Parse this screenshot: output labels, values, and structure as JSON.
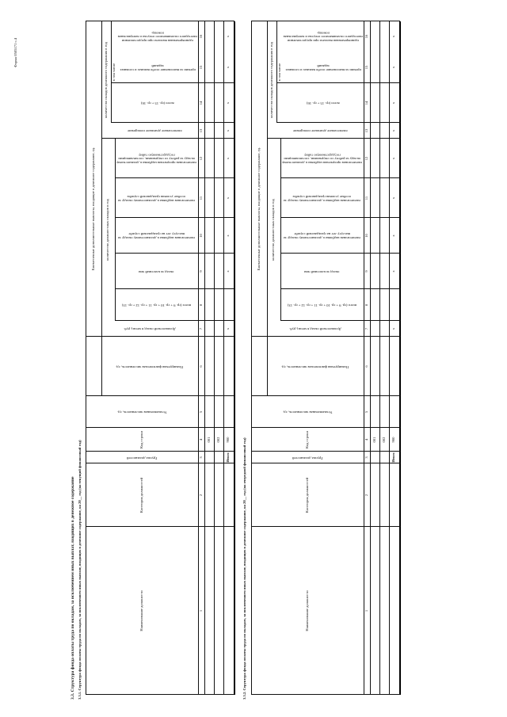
{
  "form_label": "Форма 0505171 с.4",
  "section_title": "3.3. Структура фонда оплаты труда по окладам, за исключением иных выплат, входящих в денежное содержание",
  "tables": [
    {
      "subtitle": "3.3.1. Структура фонда оплаты труда по окладам, за исключением иных выплат, входящих в денежное содержание, на 20__ год (на текущий финансовый год)",
      "headers": {
        "c1": "Наименование должности",
        "c2": "Категория должностей",
        "c3": "Группа должностей",
        "c4": "Код строки",
        "c5": "Установленная численность, ед.",
        "c6": "Планируемая фактическая численность, ед.",
        "c7": "Должностной оклад в месяц, руб.",
        "group": "Ежемесячные дополнительные выплаты, входящие в денежное содержание, ед.",
        "sub_qty_monthly": "количество должностных окладов в год",
        "sub_qty_annual": "количество окладов денежного содержания в год",
        "incl": "в том числе",
        "c8": "всего (гр. 9 + гр. 10 + гр. 11 + гр. 12 + гр. 13)",
        "c9": "оклад за классный чин",
        "c10": "ежемесячная надбавка к должностному окладу за выслугу лет на гражданской службе",
        "c11": "ежемесячная надбавка к должностному окладу за особые условия гражданской службы",
        "c12": "ежемесячная процентная надбавка к должностному окладу за работу со сведениями, составляющими государственную тайну",
        "c13": "ежемесячное денежное поощрение",
        "c14": "всего (гр. 15 + гр. 16)",
        "c15": "премии за выполнение особо важных и сложных заданий",
        "c16": "единовременная выплата при предоставлении ежегодного оплачиваемого отпуска и материальная помощь"
      },
      "col_numbers": [
        "1",
        "2",
        "3",
        "4",
        "5",
        "6",
        "7",
        "8",
        "9",
        "10",
        "11",
        "12",
        "13",
        "14",
        "15",
        "16"
      ],
      "rows": [
        {
          "code": "001",
          "x": ""
        },
        {
          "code": "002",
          "x": ""
        },
        {
          "code": "900",
          "label": "Итого",
          "x": "x"
        }
      ]
    },
    {
      "subtitle": "3.3.2. Структура фонда оплаты труда по окладам, за исключением иных выплат, входящих в денежное содержание, на 20__ год (на очередной финансовый год)",
      "headers": {
        "c1": "Наименование должности",
        "c2": "Категория должностей",
        "c3": "Группа должностей",
        "c4": "Код строки",
        "c5": "Установленная численность, ед.",
        "c6": "Планируемая фактическая численность, ед.",
        "c7": "Должностной оклад в месяц, руб.",
        "group": "Ежемесячные дополнительные выплаты, входящие в денежное содержание, ед.",
        "sub_qty_monthly": "количество должностных окладов в год",
        "sub_qty_annual": "количество окладов денежного содержания в год",
        "incl": "в том числе",
        "c8": "всего (гр. 9 + гр. 10 + гр. 11 + гр. 12 + гр. 13)",
        "c9": "оклад за классный чин",
        "c10": "ежемесячная надбавка к должностному окладу за выслугу лет на гражданской службе",
        "c11": "ежемесячная надбавка к должностному окладу за особые условия гражданской службы",
        "c12": "ежемесячная процентная надбавка к должностному окладу за работу со сведениями, составляющими государственную тайну",
        "c13": "ежемесячное денежное поощрение",
        "c14": "всего (гр. 15 + гр. 16)",
        "c15": "премии за выполнение особо важных и сложных заданий",
        "c16": "единовременная выплата при предоставлении ежегодного оплачиваемого отпуска и материальная помощь"
      },
      "col_numbers": [
        "1",
        "2",
        "3",
        "4",
        "5",
        "6",
        "7",
        "8",
        "9",
        "10",
        "11",
        "12",
        "13",
        "14",
        "15",
        "16"
      ],
      "rows": [
        {
          "code": "001",
          "x": ""
        },
        {
          "code": "002",
          "x": ""
        },
        {
          "code": "900",
          "label": "Итого",
          "x": "x"
        }
      ]
    }
  ]
}
